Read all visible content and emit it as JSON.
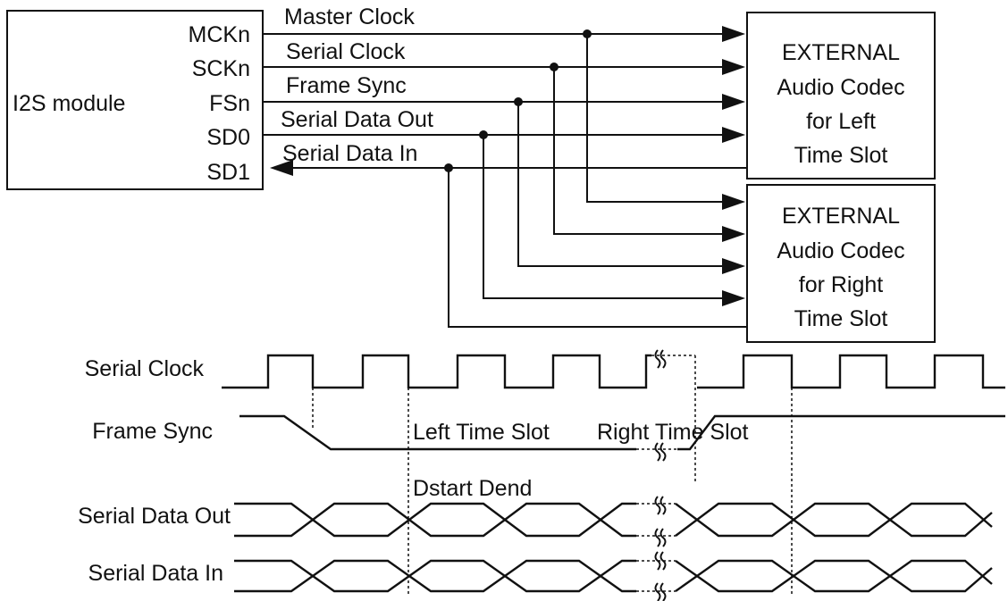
{
  "i2s_module": {
    "title": "I2S  module",
    "pins": [
      "MCKn",
      "SCKn",
      "FSn",
      "SD0",
      "SD1"
    ]
  },
  "signals": [
    "Master Clock",
    "Serial Clock",
    "Frame  Sync",
    "Serial Data  Out",
    "Serial Data  In"
  ],
  "codec_left": {
    "lines": [
      "EXTERNAL",
      "Audio  Codec",
      "for Left",
      "Time  Slot"
    ]
  },
  "codec_right": {
    "lines": [
      "EXTERNAL",
      "Audio  Codec",
      "for Right",
      "Time  Slot"
    ]
  },
  "timing": {
    "rows": [
      "Serial Clock",
      "Frame  Sync",
      "Serial Data  Out",
      "Serial Data  In"
    ],
    "left_slot_label": "Left Time  Slot",
    "right_slot_label": "Right Time  Slot",
    "data_label": "Dstart Dend"
  },
  "colors": {
    "ink": "#111111",
    "background": "#ffffff"
  }
}
